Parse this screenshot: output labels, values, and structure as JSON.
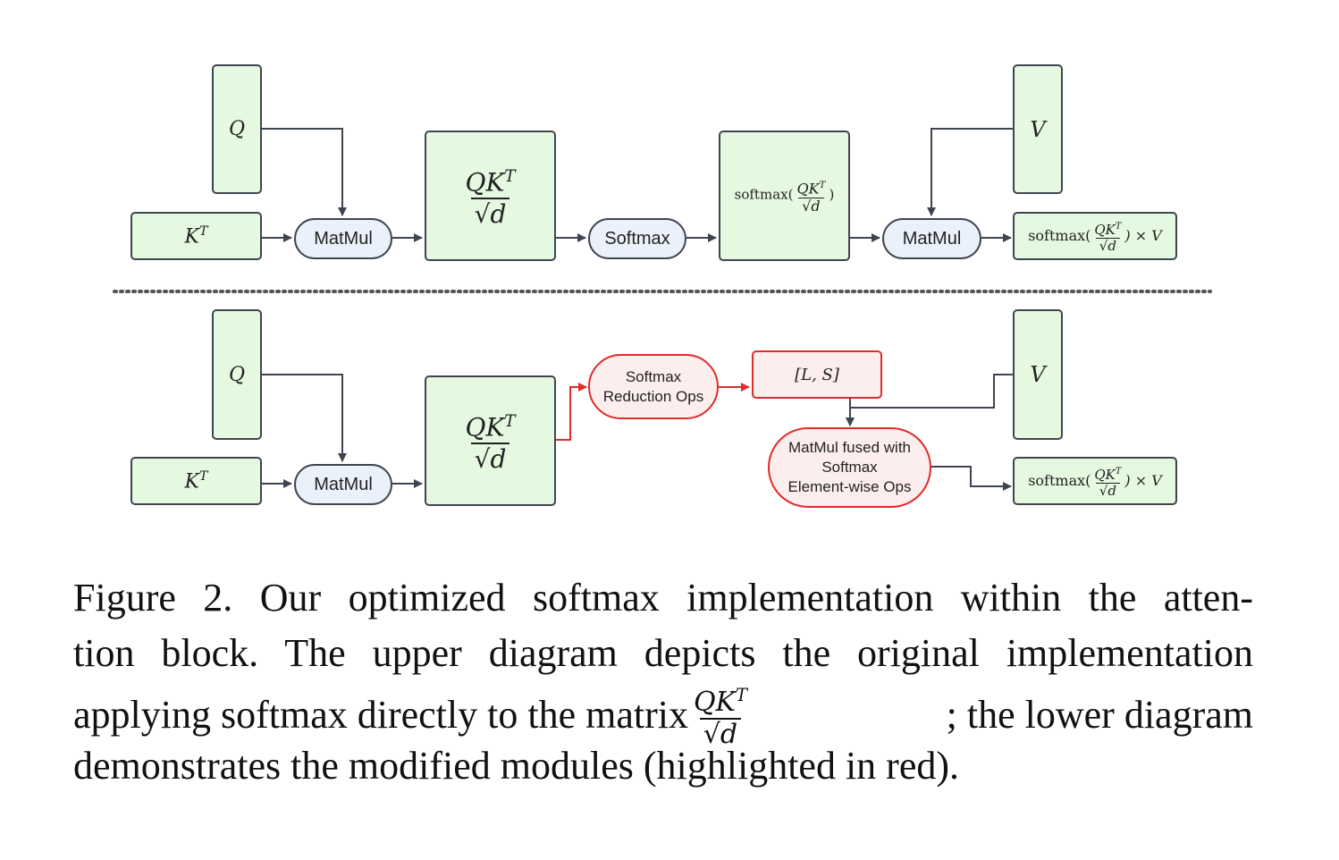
{
  "upper": {
    "q_label": "Q",
    "kt_label": "K",
    "kt_sup": "T",
    "matmul1": "MatMul",
    "qkt_num": "QK",
    "qkt_sup": "T",
    "qkt_den": "√d",
    "softmax": "Softmax",
    "softmax_box_fn": "softmax(",
    "softmax_box_close": ")",
    "matmul2": "MatMul",
    "v_label": "V",
    "out_fn": "softmax(",
    "out_tail": ") × V"
  },
  "lower": {
    "q_label": "Q",
    "kt_label": "K",
    "kt_sup": "T",
    "matmul1": "MatMul",
    "qkt_num": "QK",
    "qkt_sup": "T",
    "qkt_den": "√d",
    "reduction_line1": "Softmax",
    "reduction_line2": "Reduction Ops",
    "ls_label": "[L, S]",
    "fused_line1": "MatMul fused with",
    "fused_line2": "Softmax",
    "fused_line3": "Element-wise Ops",
    "v_label": "V",
    "out_fn": "softmax(",
    "out_tail": ") × V"
  },
  "caption": {
    "line1": "Figure 2. Our optimized softmax implementation within the atten-",
    "line2": "tion block. The upper diagram depicts the original implementation",
    "line3_pre": "applying softmax directly to the matrix",
    "line3_num": "QK",
    "line3_sup": "T",
    "line3_den": "√d",
    "line3_post": "; the lower diagram",
    "line4": "demonstrates the modified modules (highlighted in red)."
  },
  "colors": {
    "box_fill": "#e5f8e0",
    "pill_fill": "#eaf1fb",
    "modified_stroke": "#e02b2b",
    "modified_fill": "#fdeeee",
    "stroke": "#3f4550"
  }
}
